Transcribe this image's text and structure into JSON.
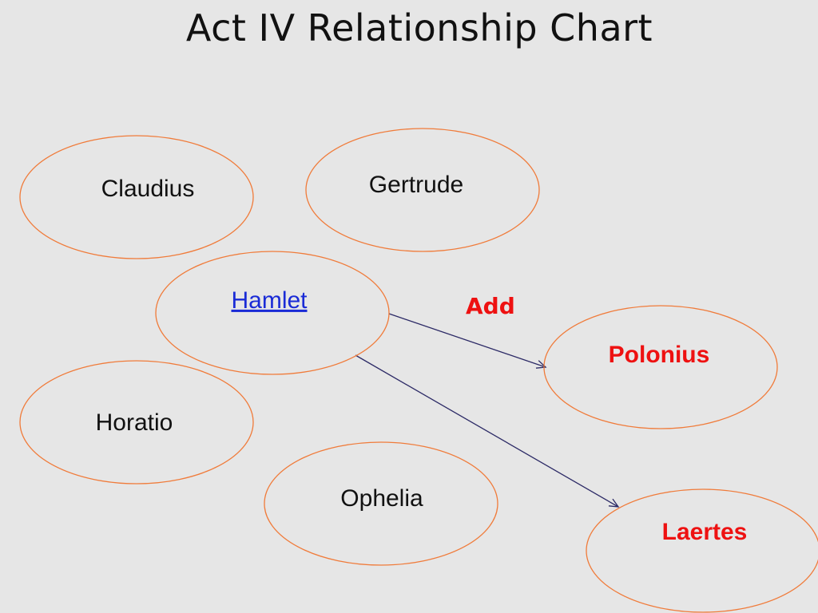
{
  "title": "Act IV Relationship Chart",
  "colors": {
    "background": "#e6e6e6",
    "node_border": "#f07b3a",
    "text_default": "#111111",
    "text_highlight": "#ee1111",
    "link": "#1a2bd6",
    "connector": "#2c2a66"
  },
  "nodes": [
    {
      "id": "claudius",
      "label": "Claudius",
      "style": "normal"
    },
    {
      "id": "gertrude",
      "label": "Gertrude",
      "style": "normal"
    },
    {
      "id": "hamlet",
      "label": "Hamlet",
      "style": "link"
    },
    {
      "id": "horatio",
      "label": "Horatio",
      "style": "normal"
    },
    {
      "id": "ophelia",
      "label": "Ophelia",
      "style": "normal"
    },
    {
      "id": "polonius",
      "label": "Polonius",
      "style": "highlight"
    },
    {
      "id": "laertes",
      "label": "Laertes",
      "style": "highlight"
    }
  ],
  "edges": [
    {
      "from": "hamlet",
      "to": "polonius"
    },
    {
      "from": "hamlet",
      "to": "laertes"
    }
  ],
  "annotation": {
    "text": "Add"
  }
}
